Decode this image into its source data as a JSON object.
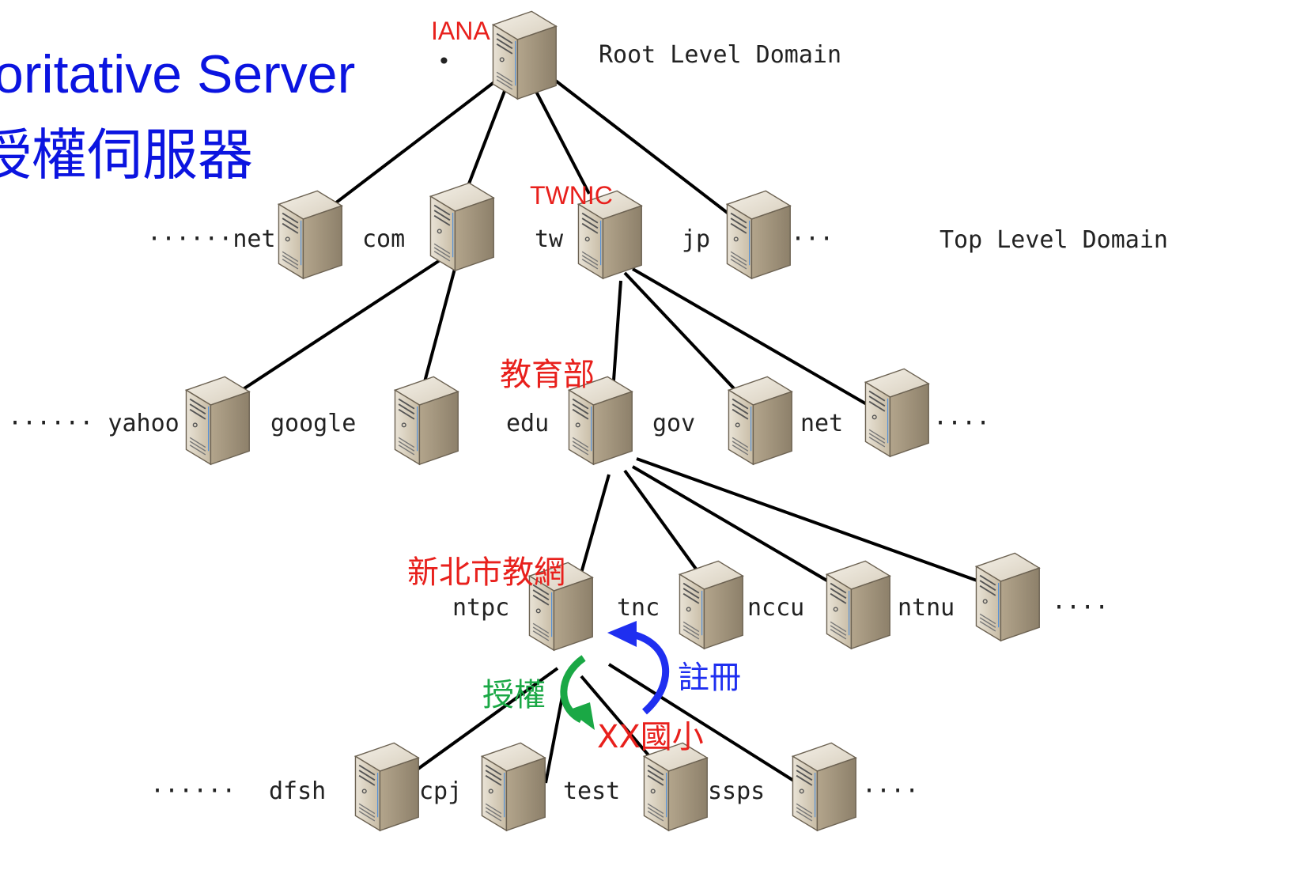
{
  "title": {
    "line1": "oritative Server",
    "line2": "授權伺服器"
  },
  "levels": {
    "root": "Root Level Domain",
    "top": "Top Level Domain"
  },
  "root_dot": "•",
  "annotations": {
    "iana": "IANA",
    "twnic": "TWNIC",
    "moe": "教育部",
    "ntpc_edu": "新北市教網",
    "xx_school": "XX國小",
    "authorize": "授權",
    "register": "註冊"
  },
  "nodes": [
    {
      "id": "root",
      "label": ""
    },
    {
      "id": "net",
      "label": "······net"
    },
    {
      "id": "com",
      "label": "com"
    },
    {
      "id": "tw",
      "label": "tw"
    },
    {
      "id": "jp",
      "label": "jp"
    },
    {
      "id": "yahoo",
      "label": "······ yahoo"
    },
    {
      "id": "google",
      "label": "google"
    },
    {
      "id": "edu",
      "label": "edu"
    },
    {
      "id": "gov",
      "label": "gov"
    },
    {
      "id": "net2",
      "label": "net"
    },
    {
      "id": "ntpc",
      "label": "ntpc"
    },
    {
      "id": "tnc",
      "label": "tnc"
    },
    {
      "id": "nccu",
      "label": "nccu"
    },
    {
      "id": "ntnu",
      "label": "ntnu"
    },
    {
      "id": "dfsh",
      "label": "dfsh"
    },
    {
      "id": "cpjh",
      "label": "cpj"
    },
    {
      "id": "test",
      "label": "test"
    },
    {
      "id": "ssps",
      "label": "ssps"
    }
  ],
  "ellipses": {
    "top_right": "···",
    "level2_right": "····",
    "level3_right": "····",
    "level4_left": "······",
    "level4_right": "····"
  },
  "colors": {
    "title": "#0b14e0",
    "annotation": "#e8201c",
    "authorize_arrow": "#1aa845",
    "register_arrow": "#1f2ff0"
  }
}
